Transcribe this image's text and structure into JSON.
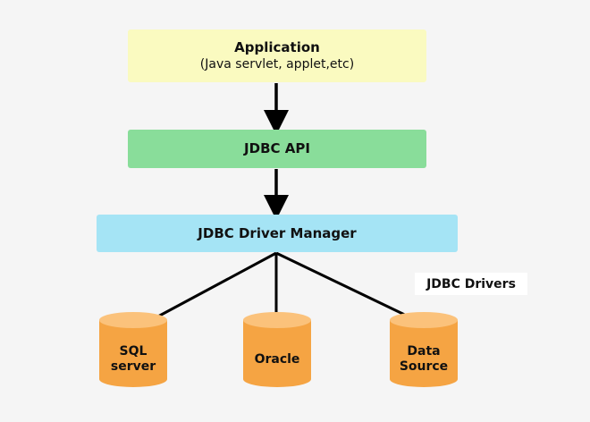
{
  "application": {
    "title": "Application",
    "subtitle": "(Java servlet, applet,etc)"
  },
  "jdbc_api": {
    "title": "JDBC API"
  },
  "driver_manager": {
    "title": "JDBC Driver Manager"
  },
  "drivers_label": "JDBC Drivers",
  "databases": [
    {
      "label": "SQL\nserver"
    },
    {
      "label": "Oracle"
    },
    {
      "label": "Data\nSource"
    }
  ],
  "colors": {
    "application": "#fafac0",
    "jdbc_api": "#89dd9a",
    "driver_manager": "#a5e4f5",
    "database_body": "#f5a443",
    "database_top": "#fbc27b"
  }
}
